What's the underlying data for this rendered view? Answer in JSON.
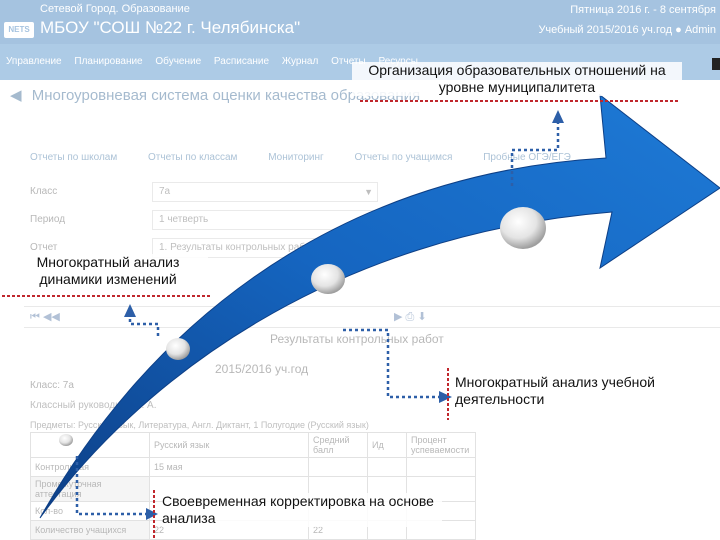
{
  "background_app": {
    "site_title": "Сетевой Город. Образование",
    "org_name": "МБОУ \"СОШ №22 г. Челябинска\"",
    "date_text": "Пятница 2016 г. - 8 сентября",
    "period_text": "Учебный 2015/2016 уч.год",
    "user_text": "Admin",
    "logo_text": "NETS",
    "nav": [
      "Управление",
      "Планирование",
      "Обучение",
      "Расписание",
      "Журнал",
      "Отчеты",
      "Ресурсы"
    ],
    "page_title": "Многоуровневая система оценки качества образования",
    "subtabs": [
      "Отчеты по школам",
      "Отчеты по классам",
      "Мониторинг",
      "Отчеты по учащимся",
      "Пробные ОГЭ/ЕГЭ"
    ],
    "fields": [
      {
        "label": "Класс",
        "value": "7а"
      },
      {
        "label": "Период",
        "value": "1 четверть"
      },
      {
        "label": "Отчет",
        "value": "1. Результаты контрольных работ"
      }
    ],
    "report_title": "Результаты контрольных работ",
    "report_year": "2015/2016 уч.год",
    "class_line": "Класс: 7а",
    "teacher_line": "Классный руководитель: А.",
    "subjects_line": "Предметы: Русский язык, Литература, Англ. Диктант, 1 Полугодие (Русский язык)",
    "table": {
      "header": [
        "",
        "Русский язык",
        "Средний балл",
        "Ид",
        "Процент успеваемости"
      ],
      "rows": [
        [
          "Контрольная",
          "15 мая",
          "",
          "",
          ""
        ],
        [
          "Промежуточная аттестация",
          "",
          "",
          "",
          ""
        ],
        [
          "Кол-во",
          "",
          "",
          "",
          ""
        ],
        [
          "Количество учащихся",
          "22",
          "22",
          "",
          ""
        ]
      ]
    }
  },
  "annotations": {
    "municipal": "Организация образовательных отношений на уровне муниципалитета",
    "dynamics": "Многократный анализ динамики изменений",
    "learning": "Многократный анализ учебной деятельности",
    "correction": "Своевременная корректировка на основе анализа"
  },
  "colors": {
    "arrow": "#1565c0",
    "arrow_dark": "#0d3f86",
    "connector": "#2d5fa8",
    "underline": "#c0272d",
    "header_bar": "#2c73b7"
  },
  "icons": [
    "back-arrow-icon",
    "megaphone-icon",
    "user-icon"
  ]
}
